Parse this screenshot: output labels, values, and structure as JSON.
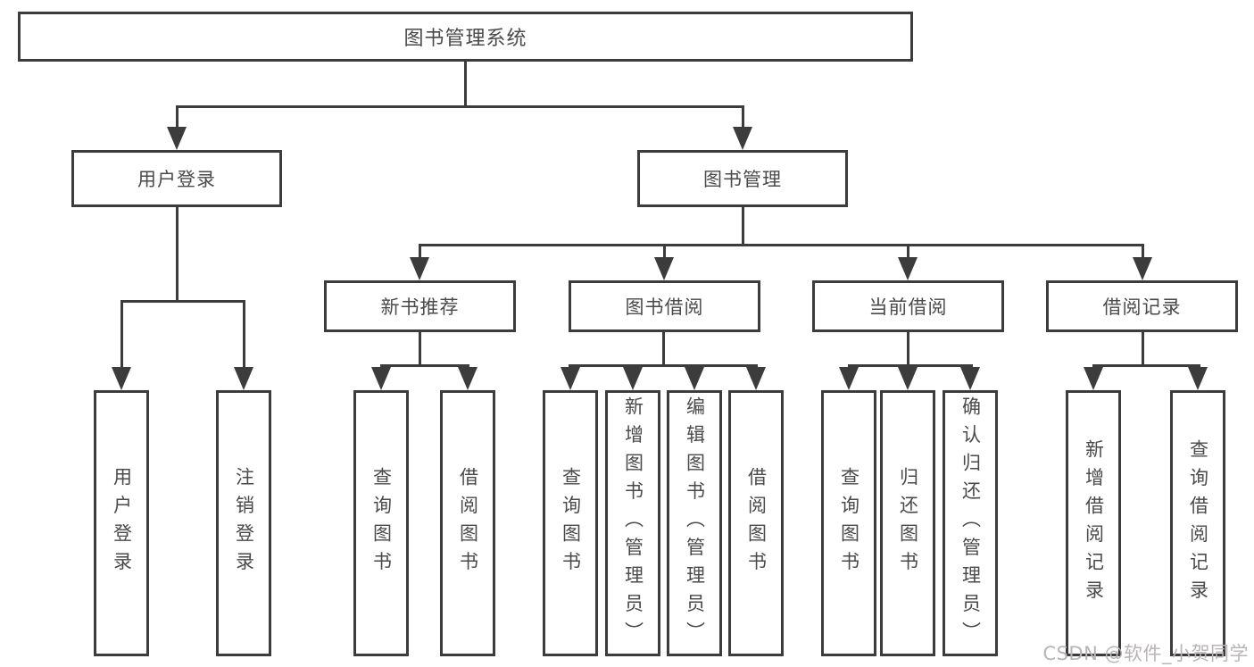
{
  "diagram": {
    "root_label": "图书管理系统",
    "user_branch": {
      "label": "用户登录",
      "children": [
        "用户登录",
        "注销登录"
      ]
    },
    "book_branch": {
      "label": "图书管理",
      "categories": [
        {
          "label": "新书推荐",
          "children": [
            "查询图书",
            "借阅图书"
          ]
        },
        {
          "label": "图书借阅",
          "children": [
            "查询图书",
            "新增图书（管理员）",
            "编辑图书（管理员）",
            "借阅图书"
          ]
        },
        {
          "label": "当前借阅",
          "children": [
            "查询图书",
            "归还图书",
            "确认归还（管理员）"
          ]
        },
        {
          "label": "借阅记录",
          "children": [
            "新增借阅记录",
            "查询借阅记录"
          ]
        }
      ]
    },
    "watermark": "CSDN @软件_小贺同学",
    "colors": {
      "line": "#3c3c3c",
      "text": "#4a4a4a",
      "watermark": "#b9b4b6",
      "background": "#ffffff"
    }
  }
}
